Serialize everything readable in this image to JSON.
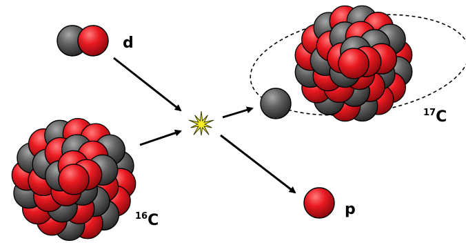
{
  "labels": {
    "deuteron": "d",
    "proton": "p",
    "target": {
      "mass": "16",
      "symbol": "C"
    },
    "product": {
      "mass": "17",
      "symbol": "C"
    }
  },
  "colors": {
    "proton": "#e8141c",
    "neutron": "#5c5c5c",
    "outline": "#000000",
    "flash": "#f4ee22",
    "arrow": "#000000"
  }
}
